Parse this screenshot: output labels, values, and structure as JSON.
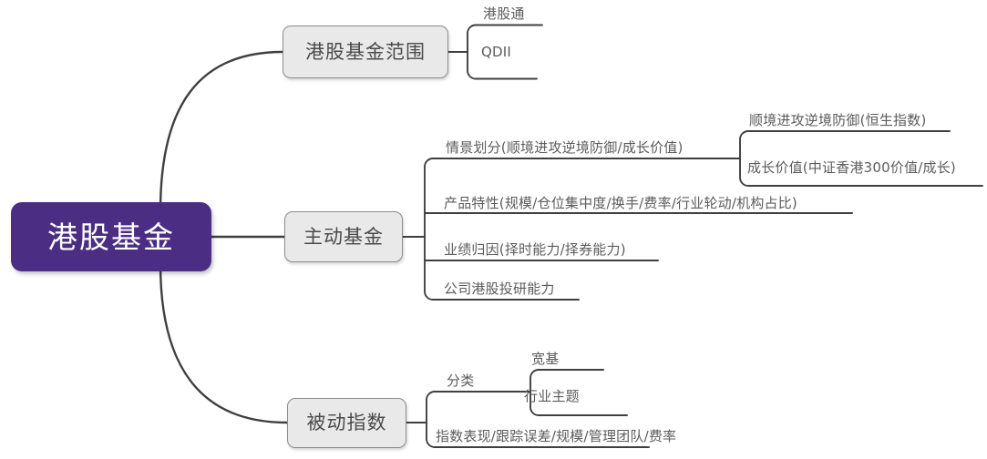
{
  "diagram": {
    "type": "mind-map",
    "title": "港股基金",
    "colors": {
      "root_fill": "#4b2e83",
      "root_text": "#ffffff",
      "node_fill": "#e9e9e9",
      "node_border": "#8d8d8d",
      "node_text": "#4a4a4a",
      "leaf_text": "#5c5c5c",
      "wire": "#3f3f3f",
      "background": "#ffffff"
    },
    "root": {
      "label": "港股基金"
    },
    "branches": [
      {
        "id": "scope",
        "label": "港股基金范围",
        "children": [
          {
            "id": "scope-1",
            "label": "港股通",
            "children": []
          },
          {
            "id": "scope-2",
            "label": "QDII",
            "children": []
          }
        ]
      },
      {
        "id": "active",
        "label": "主动基金",
        "children": [
          {
            "id": "active-1",
            "label": "情景划分(顺境进攻逆境防御/成长价值)",
            "children": [
              {
                "id": "active-1-1",
                "label": "顺境进攻逆境防御(恒生指数)"
              },
              {
                "id": "active-1-2",
                "label": "成长价值(中证香港300价值/成长)"
              }
            ]
          },
          {
            "id": "active-2",
            "label": "产品特性(规模/仓位集中度/换手/费率/行业轮动/机构占比)",
            "children": []
          },
          {
            "id": "active-3",
            "label": "业绩归因(择时能力/择券能力)",
            "children": []
          },
          {
            "id": "active-4",
            "label": "公司港股投研能力",
            "children": []
          }
        ]
      },
      {
        "id": "passive",
        "label": "被动指数",
        "children": [
          {
            "id": "passive-1",
            "label": "分类",
            "children": [
              {
                "id": "passive-1-1",
                "label": "宽基"
              },
              {
                "id": "passive-1-2",
                "label": "行业主题"
              }
            ]
          },
          {
            "id": "passive-2",
            "label": "指数表现/跟踪误差/规模/管理团队/费率",
            "children": []
          }
        ]
      }
    ]
  }
}
